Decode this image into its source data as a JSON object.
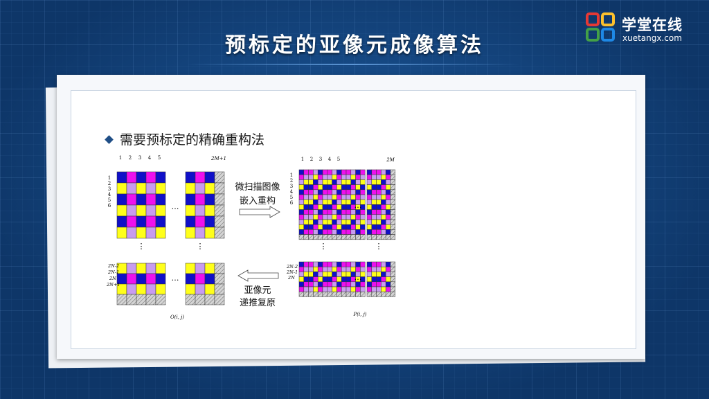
{
  "page": {
    "title": "预标定的亚像元成像算法",
    "bullet": "需要预标定的精确重构法"
  },
  "logo": {
    "name": "学堂在线",
    "url": "xuetangx.com"
  },
  "diagram": {
    "col_numbers": [
      "1",
      "2",
      "3",
      "4",
      "5"
    ],
    "right_col_numbers": [
      "1",
      "2",
      "3",
      "4",
      "5"
    ],
    "row_numbers": [
      "1",
      "2",
      "3",
      "4",
      "5",
      "6"
    ],
    "right_row_numbers": [
      "1",
      "2",
      "3",
      "4",
      "5",
      "6"
    ],
    "left_top_last_col": "2M+1",
    "right_top_last_col": "2M",
    "left_bottom_rows": [
      "2N-2",
      "2N-1",
      "2N",
      "2N+1"
    ],
    "right_bottom_rows": [
      "2N-2",
      "2N-1",
      "2N"
    ],
    "ellipsis_h": "…",
    "ellipsis_v": "⋮",
    "arrow_right_label_line1": "微扫描图像",
    "arrow_right_label_line2": "嵌入重构",
    "arrow_left_label_line1": "亚像元",
    "arrow_left_label_line2": "递推复原",
    "left_caption": "O(i, j)",
    "right_caption": "P(i, j)"
  },
  "colors": {
    "background": "#0f3c73",
    "blue": "#1010c8",
    "magenta": "#ee10ee",
    "lavender": "#c89cf0",
    "yellow": "#ffff1a",
    "hatch": "#d4d4d4"
  }
}
